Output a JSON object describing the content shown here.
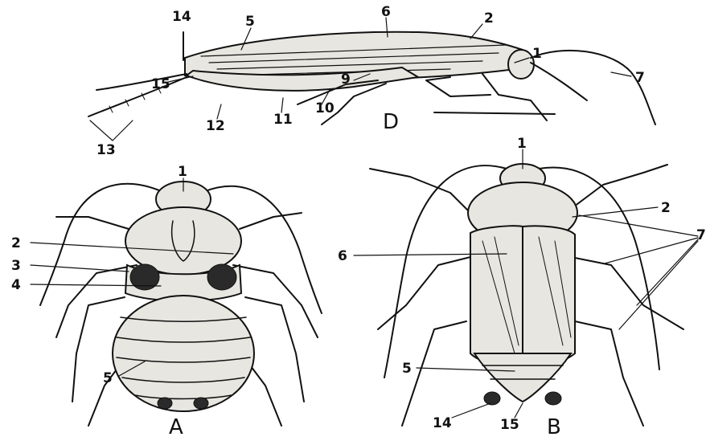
{
  "figure": {
    "labels": {
      "side_view": {
        "caption": "D",
        "numbers": [
          "14",
          "5",
          "6",
          "2",
          "1",
          "7",
          "15",
          "9",
          "10",
          "11",
          "12",
          "13"
        ]
      },
      "female_view": {
        "caption": "A",
        "numbers": [
          "1",
          "2",
          "3",
          "4",
          "5"
        ]
      },
      "male_view": {
        "caption": "B",
        "numbers": [
          "1",
          "2",
          "6",
          "5",
          "14",
          "15"
        ]
      },
      "shared_pointer": "7"
    },
    "colors": {
      "ink": "#111111",
      "paper": "#ffffff",
      "body": "#e8e6e0"
    }
  }
}
